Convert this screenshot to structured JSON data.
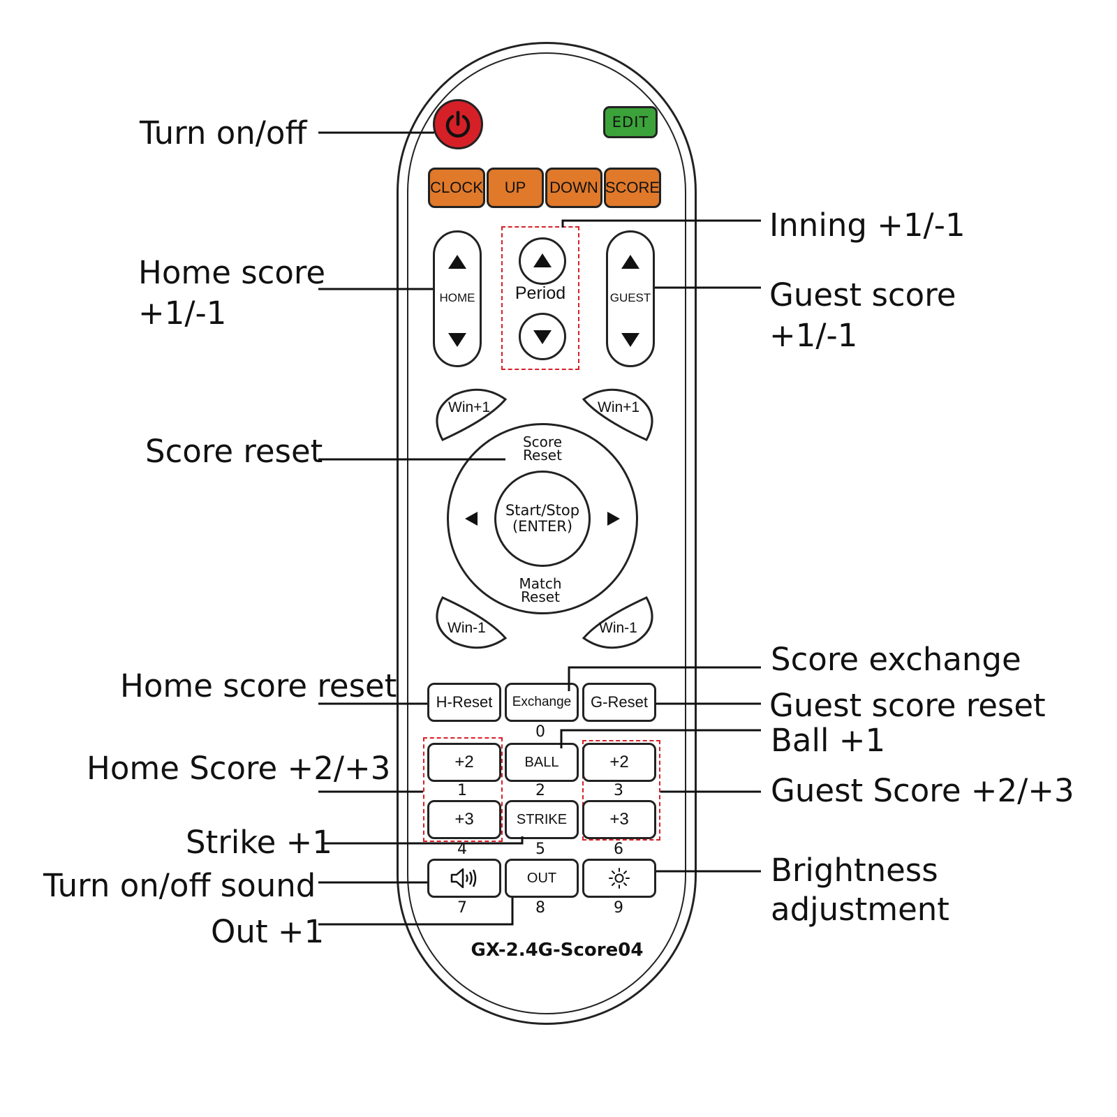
{
  "remote": {
    "edit_label": "EDIT",
    "function_buttons": [
      "CLOCK",
      "UP",
      "DOWN",
      "SCORE"
    ],
    "home_rocker_label": "HOME",
    "guest_rocker_label": "GUEST",
    "period_label": "Period",
    "win_plus_left": "Win+1",
    "win_plus_right": "Win+1",
    "win_minus_left": "Win-1",
    "win_minus_right": "Win-1",
    "score_reset_line1": "Score",
    "score_reset_line2": "Reset",
    "match_reset_line1": "Match",
    "match_reset_line2": "Reset",
    "center_line1": "Start/Stop",
    "center_line2": "(ENTER)",
    "h_reset": "H-Reset",
    "exchange": "Exchange",
    "g_reset": "G-Reset",
    "key_home_plus2": "+2",
    "key_ball": "BALL",
    "key_guest_plus2": "+2",
    "key_home_plus3": "+3",
    "key_strike": "STRIKE",
    "key_guest_plus3": "+3",
    "key_out": "OUT",
    "numbers": [
      "0",
      "1",
      "2",
      "3",
      "4",
      "5",
      "6",
      "7",
      "8",
      "9"
    ],
    "model": "GX-2.4G-Score04",
    "colors": {
      "power": "#d62027",
      "edit": "#3ba33a",
      "function": "#e0792a",
      "dashed": "#d62027"
    },
    "icons": [
      "power-icon",
      "speaker-sound-icon",
      "brightness-sun-icon"
    ]
  },
  "callouts": {
    "turn_on_off": "Turn on/off",
    "home_score_line1": "Home score",
    "home_score_line2": "+1/-1",
    "score_reset": "Score reset",
    "home_score_reset": "Home score reset",
    "home_score_23": "Home Score +2/+3",
    "strike": "Strike +1",
    "sound": "Turn on/off sound",
    "out": "Out +1",
    "inning": "Inning +1/-1",
    "guest_score_line1": "Guest score",
    "guest_score_line2": "+1/-1",
    "score_exchange": "Score exchange",
    "guest_score_reset": "Guest score reset",
    "ball": "Ball +1",
    "guest_score_23": "Guest Score +2/+3",
    "brightness_line1": "Brightness",
    "brightness_line2": "adjustment"
  }
}
